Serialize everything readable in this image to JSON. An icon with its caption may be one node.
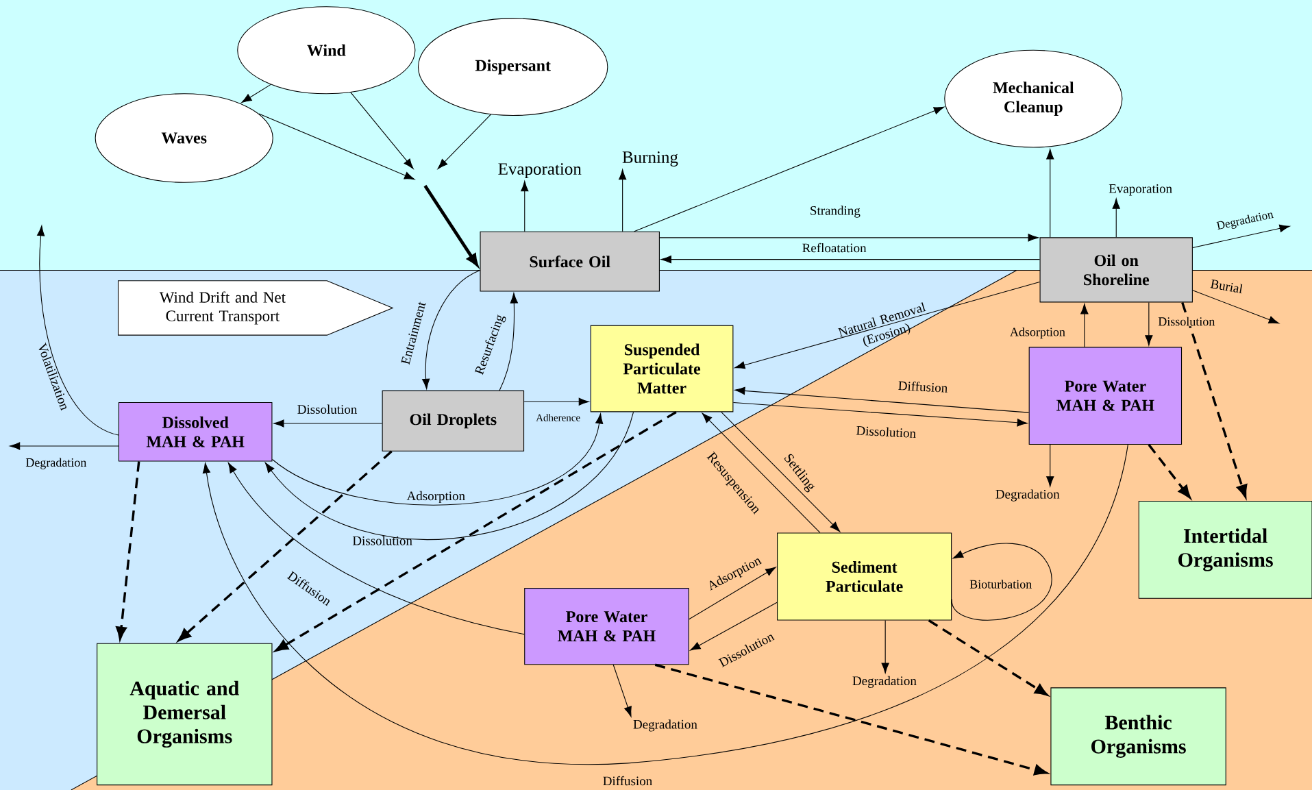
{
  "diagram": {
    "nodes": [
      {
        "text": [
          "Wind"
        ]
      },
      {
        "text": [
          "Dispersant"
        ]
      },
      {
        "text": [
          "Waves"
        ]
      },
      {
        "text": [
          "Mechanical Cleanup"
        ]
      },
      {
        "text": [
          "Surface Oil"
        ]
      },
      {
        "text": [
          "Oil on Shoreline"
        ]
      },
      {
        "text": [
          "Wind Drift and Net Current Transport"
        ]
      },
      {
        "text": [
          "Suspended Particulate Matter"
        ]
      },
      {
        "text": [
          "Dissolved MAH & PAH"
        ]
      },
      {
        "text": [
          "Oil Droplets"
        ]
      },
      {
        "text": [
          "Pore Water MAH & PAH"
        ]
      },
      {
        "text": [
          "Intertidal Organisms"
        ]
      },
      {
        "text": [
          "Sediment Particulate"
        ]
      },
      {
        "text": [
          "Pore Water MAH & PAH"
        ]
      },
      {
        "text": [
          "Aquatic and Demersal Organisms"
        ]
      },
      {
        "text": [
          "Benthic Organisms"
        ]
      },
      {
        "text": [
          "Evaporation"
        ]
      },
      {
        "text": [
          "Burning"
        ]
      },
      {
        "text": [
          "Evaporation"
        ]
      },
      {
        "text": [
          "Degradation"
        ]
      },
      {
        "text": [
          "Degradation"
        ]
      },
      {
        "text": [
          "Degradation"
        ]
      }
    ],
    "edges": [
      {
        "from": 0,
        "to": 2,
        "arrow": "to"
      },
      {
        "from": 2,
        "to": null,
        "arrow": "to"
      },
      {
        "from": 0,
        "to": null,
        "arrow": "to"
      },
      {
        "from": 1,
        "to": null,
        "arrow": "to"
      },
      {
        "from": null,
        "to": 4,
        "arrow": "to",
        "style": "thick"
      },
      {
        "from": 4,
        "to": 16,
        "arrow": "to"
      },
      {
        "from": 4,
        "to": 17,
        "arrow": "to"
      },
      {
        "from": 4,
        "to": 3,
        "arrow": "to"
      },
      {
        "from": 4,
        "to": 5,
        "arrow": "to",
        "label": "Stranding"
      },
      {
        "from": 5,
        "to": 4,
        "arrow": "to",
        "label": "Refloatation"
      },
      {
        "from": 5,
        "to": 3,
        "arrow": "to"
      },
      {
        "from": 5,
        "to": 18,
        "arrow": "to"
      },
      {
        "from": 5,
        "to": null,
        "arrow": "to",
        "label": "Degradation"
      },
      {
        "from": 5,
        "to": null,
        "arrow": "to",
        "label": "Burial"
      },
      {
        "from": 5,
        "to": 7,
        "arrow": "to",
        "label": "Natural Removal (Erosion)"
      },
      {
        "from": 5,
        "to": 10,
        "arrow": "to",
        "label": "Dissolution"
      },
      {
        "from": 10,
        "to": 5,
        "arrow": "to",
        "label": "Adsorption"
      },
      {
        "from": 5,
        "to": 11,
        "arrow": "to",
        "style": "dashed"
      },
      {
        "from": 4,
        "to": 9,
        "arrow": "to",
        "label": "Entrainment"
      },
      {
        "from": 9,
        "to": 4,
        "arrow": "to",
        "label": "Resurfacing"
      },
      {
        "from": 9,
        "to": 8,
        "arrow": "to",
        "label": "Dissolution"
      },
      {
        "from": 9,
        "to": 7,
        "arrow": "to",
        "label": "Adherence"
      },
      {
        "from": 9,
        "to": 14,
        "arrow": "to",
        "style": "dashed"
      },
      {
        "from": 7,
        "to": 14,
        "arrow": "to",
        "style": "dashed"
      },
      {
        "from": 8,
        "to": 7,
        "arrow": "to",
        "label": "Adsorption"
      },
      {
        "from": 7,
        "to": 8,
        "arrow": "to",
        "label": "Dissolution"
      },
      {
        "from": 8,
        "to": null,
        "arrow": "to",
        "label": "Volatilization"
      },
      {
        "from": 8,
        "to": null,
        "arrow": "to",
        "label": "Degradation"
      },
      {
        "from": 8,
        "to": 14,
        "arrow": "to",
        "style": "dashed"
      },
      {
        "from": 10,
        "to": 7,
        "arrow": "to",
        "label": "Diffusion"
      },
      {
        "from": 7,
        "to": 10,
        "arrow": "to",
        "label": "Dissolution"
      },
      {
        "from": 10,
        "to": 19,
        "arrow": "to"
      },
      {
        "from": 10,
        "to": 11,
        "arrow": "to",
        "style": "dashed"
      },
      {
        "from": 7,
        "to": 12,
        "arrow": "to",
        "label": "Settling"
      },
      {
        "from": 12,
        "to": 7,
        "arrow": "to",
        "label": "Resuspension"
      },
      {
        "from": 13,
        "to": 12,
        "arrow": "to",
        "label": "Adsorption"
      },
      {
        "from": 12,
        "to": 13,
        "arrow": "to",
        "label": "Dissolution"
      },
      {
        "from": 12,
        "to": 12,
        "arrow": "to",
        "label": "Bioturbation"
      },
      {
        "from": 12,
        "to": 20,
        "arrow": "to"
      },
      {
        "from": 12,
        "to": 15,
        "arrow": "to",
        "style": "dashed"
      },
      {
        "from": 13,
        "to": 21,
        "arrow": "to"
      },
      {
        "from": 13,
        "to": 15,
        "arrow": "to",
        "style": "dashed"
      },
      {
        "from": 13,
        "to": 8,
        "arrow": "to",
        "label": "Diffusion"
      },
      {
        "from": 10,
        "to": 8,
        "arrow": "to",
        "label": "Diffusion"
      }
    ]
  }
}
